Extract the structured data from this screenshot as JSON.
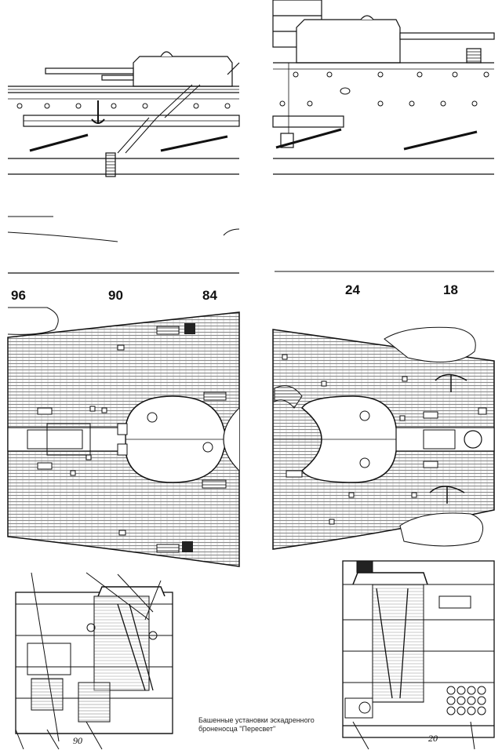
{
  "frame_numbers_left": [
    "96",
    "90",
    "84"
  ],
  "frame_numbers_right": [
    "24",
    "18"
  ],
  "section_numbers": [
    "90",
    "20"
  ],
  "caption_line1": "Башенные установки эскадренного",
  "caption_line2": "броненосца \"Пересвет\""
}
